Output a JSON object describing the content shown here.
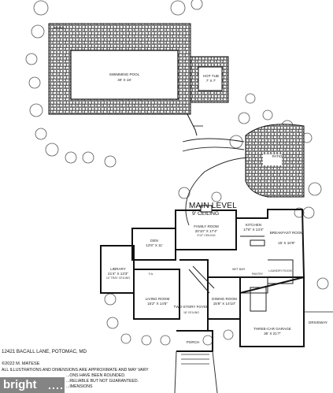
{
  "plan": {
    "heading": "MAIN LEVEL",
    "ceiling_height": "9' CEILING",
    "exterior": {
      "patio_top": "PATIO",
      "pool_name": "SWIMMING POOL",
      "pool_size": "40' X 18'",
      "hot_tub_name": "HOT TUB",
      "hot_tub_size": "7' X 7'",
      "patio_right": "PATIO",
      "driveway": "DRIVEWAY"
    },
    "rooms": {
      "family_room": {
        "name": "FAMILY ROOM",
        "size": "20'10\" X 17'4\"",
        "note": "9'10\" CEILING"
      },
      "kitchen": {
        "name": "KITCHEN",
        "size": "17'6\" X 13'4\""
      },
      "breakfast": {
        "name": "BREAKFAST ROOM",
        "size": "15' X 10'9\""
      },
      "den": {
        "name": "DEN",
        "size": "12'8\" X 11'"
      },
      "library": {
        "name": "LIBRARY",
        "size": "21'4\" X 13'3\"",
        "note": "10' TRAY CEILING"
      },
      "fa": "F.A.",
      "living": {
        "name": "LIVING ROOM",
        "size": "15'2\" X 14'5\""
      },
      "foyer": {
        "name": "TWO-STORY FOYER",
        "note": "18' CEILING"
      },
      "dining": {
        "name": "DINING ROOM",
        "size": "15'8\" X 14'10\""
      },
      "pantry": "PANTRY",
      "laundry": "LAUNDRY ROOM",
      "wet_bar": "WET BAR",
      "garage": {
        "name": "THREE-CAR GARAGE",
        "size": "35' X 21'7\""
      },
      "porch": "PORCH"
    },
    "footer": {
      "address": "12421 BACALL LANE, POTOMAC, MD",
      "copyright": "©2022 M. MATESE",
      "line1": "ALL ILLUSTRATIONS AND DIMENSIONS ARE APPROXIMATE AND MAY VARY",
      "line2": "...ONS HAVE BEEN ROUNDED.",
      "line3": "...RELIABLE BUT NOT GUARANTEED.",
      "line4": "...IMENSIONS"
    },
    "logo_text": "bright"
  },
  "colors": {
    "ink": "#111111",
    "paper": "#ffffff",
    "logo_bg": "#7a7a7a"
  }
}
